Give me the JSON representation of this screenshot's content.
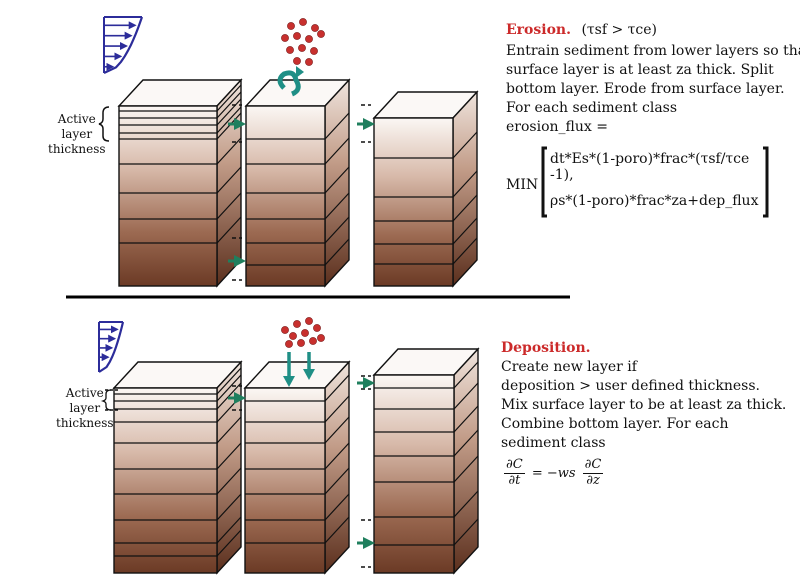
{
  "erosion": {
    "title": "Erosion.",
    "condition": "(τsf > τce)",
    "lines": [
      "Entrain sediment from lower layers so that",
      "surface layer is at least za thick. Split",
      "bottom layer. Erode from surface layer.",
      "For each sediment class",
      "erosion_flux ="
    ],
    "min_label": "MIN",
    "min_line1": "dt*Es*(1-poro)*frac*(τsf/τce -1),",
    "min_line2": "ρs*(1-poro)*frac*za+dep_flux"
  },
  "deposition": {
    "title": "Deposition.",
    "lines": [
      "Create new layer if",
      "deposition > user defined thickness.",
      "Mix surface layer to be at least za thick.",
      "Combine bottom layer. For each",
      "sediment class"
    ],
    "eq_lhs_num": "∂C",
    "eq_lhs_den": "∂t",
    "eq_mid": "= −ws",
    "eq_rhs_num": "∂C",
    "eq_rhs_den": "∂z"
  },
  "labels": {
    "active_layer_top": [
      "Active",
      "layer",
      "thickness"
    ],
    "active_layer_bottom": [
      "Active",
      "layer",
      "thickness"
    ]
  },
  "colors": {
    "flow_profile": "#2c2c9a",
    "arrow": "#1f7f5e",
    "particle": "#c8302e",
    "swirl": "#1f8f86",
    "column_top": "#f8f2ee",
    "column_bottom": "#6b3a25",
    "title_red": "#cc2a2a"
  }
}
